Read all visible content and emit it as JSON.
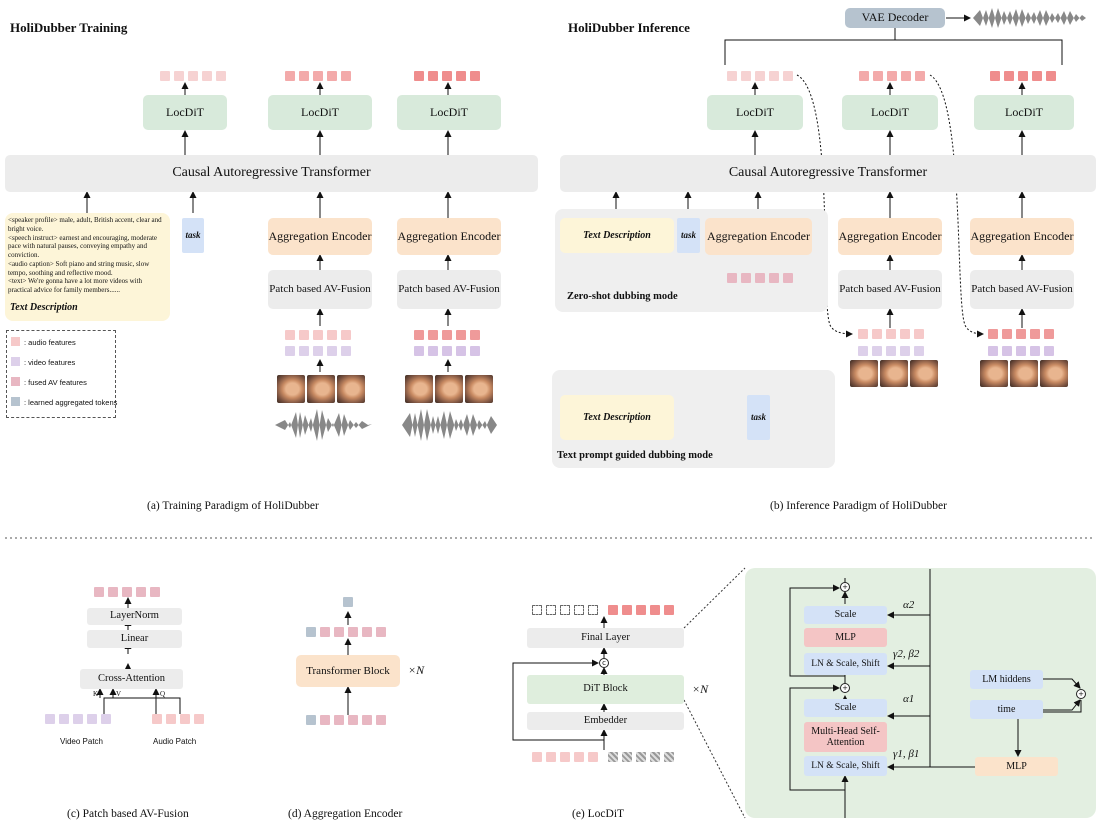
{
  "training": {
    "title": "HoliDubber Training",
    "locdit": "LocDiT",
    "transformer": "Causal Autoregressive Transformer",
    "task": "task",
    "agg_encoder": "Aggregation Encoder",
    "fusion": "Patch based AV-Fusion",
    "text_lines": [
      "<speaker profile> male, adult, British accent, clear and bright voice.",
      "<speech instruct> earnest and encouraging, moderate pace with natural pauses, conveying empathy and conviction.",
      "<audio caption> Soft piano and string music, slow tempo, soothing and reflective mood.",
      "<text> We're gonna have a lot more videos with practical advice for family members......"
    ],
    "text_desc": "Text Description",
    "legend": [
      {
        "label": ": audio features",
        "color": "#f6c9c9"
      },
      {
        "label": ": video features",
        "color": "#ddd0ea"
      },
      {
        "label": ": fused AV features",
        "color": "#e8b7c2"
      },
      {
        "label": ": learned aggregated tokens",
        "color": "#b6c3cf"
      }
    ],
    "caption": "(a) Training Paradigm of HoliDubber"
  },
  "inference": {
    "title": "HoliDubber Inference",
    "vae": "VAE Decoder",
    "locdit": "LocDiT",
    "transformer": "Causal Autoregressive Transformer",
    "text_desc": "Text Description",
    "task": "task",
    "agg_encoder": "Aggregation Encoder",
    "fusion": "Patch based AV-Fusion",
    "zero_shot": "Zero-shot dubbing mode",
    "text_prompt": "Text prompt guided dubbing mode",
    "caption": "(b) Inference Paradigm of HoliDubber"
  },
  "fusion_detail": {
    "layernorm": "LayerNorm",
    "linear": "Linear",
    "cross_attention": "Cross-Attention",
    "k": "K",
    "v": "V",
    "q": "Q",
    "video_patch": "Video Patch",
    "audio_patch": "Audio Patch",
    "caption": "(c) Patch based AV-Fusion"
  },
  "agg_detail": {
    "block": "Transformer Block",
    "times_n": "×N",
    "caption": "(d) Aggregation Encoder"
  },
  "locdit_detail": {
    "final_layer": "Final Layer",
    "c": "c",
    "dit_block": "DiT Block",
    "times_n": "×N",
    "embedder": "Embedder",
    "caption": "(e) LocDiT"
  },
  "dit_detail": {
    "scale_top": "Scale",
    "mlp": "MLP",
    "ln_shift_top": "LN & Scale, Shift",
    "scale_bottom": "Scale",
    "mhsa": "Multi-Head Self-Attention",
    "ln_shift_bottom": "LN & Scale, Shift",
    "alpha2": "α2",
    "gamma_beta2": "γ2, β2",
    "alpha1": "α1",
    "gamma_beta1": "γ1, β1",
    "lm_hiddens": "LM hiddens",
    "time": "time",
    "mlp_cond": "MLP",
    "plus": "+"
  }
}
